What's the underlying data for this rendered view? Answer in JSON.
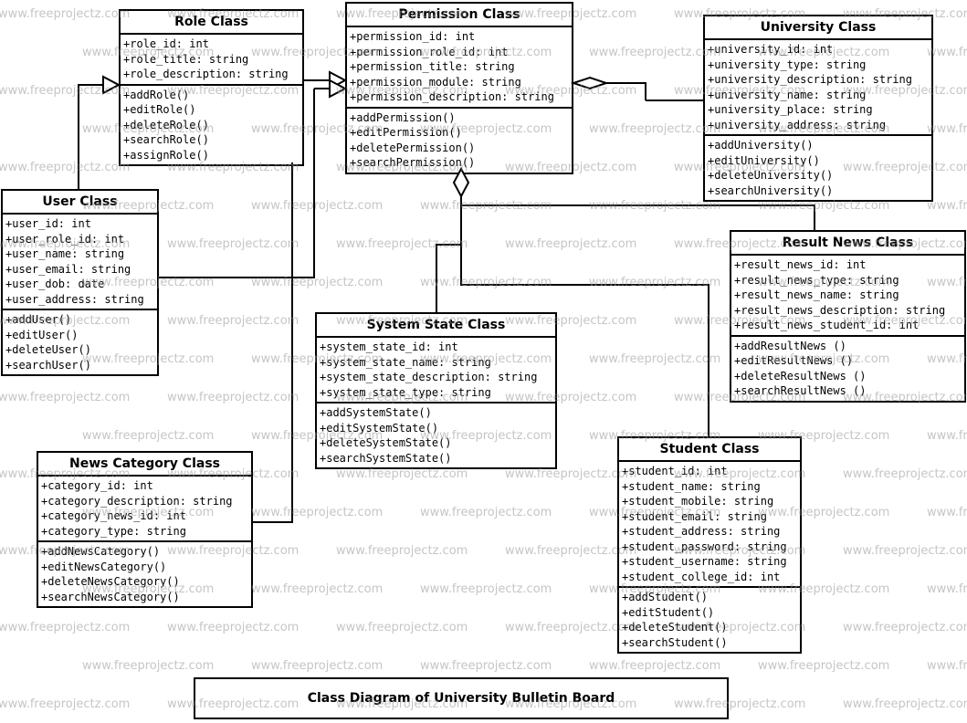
{
  "watermark": {
    "text": "www.freeprojectz.com"
  },
  "caption": {
    "text": "Class Diagram of University Bulletin Board"
  },
  "colors": {
    "line": "#000000",
    "background": "#ffffff",
    "watermark": "#969696"
  },
  "classes": [
    {
      "title": "Role Class",
      "attributes": [
        "+role_id: int",
        "+role_title: string",
        "+role_description: string"
      ],
      "methods": [
        "+addRole()",
        "+editRole()",
        "+deleteRole()",
        "+searchRole()",
        "+assignRole()"
      ]
    },
    {
      "title": "Permission Class",
      "attributes": [
        "+permission_id: int",
        "+permission_role_id: int",
        "+permission_title: string",
        "+permission_module: string",
        "+permission_description: string"
      ],
      "methods": [
        "+addPermission()",
        "+editPermission()",
        "+deletePermission()",
        "+searchPermission()"
      ]
    },
    {
      "title": "University Class",
      "attributes": [
        "+university_id: int",
        "+university_type: string",
        "+university_description: string",
        "+university_name: string",
        "+university_place: string",
        "+university_address: string"
      ],
      "methods": [
        "+addUniversity()",
        "+editUniversity()",
        "+deleteUniversity()",
        "+searchUniversity()"
      ]
    },
    {
      "title": "User Class",
      "attributes": [
        "+user_id: int",
        "+user_role_id: int",
        "+user_name: string",
        "+user_email: string",
        "+user_dob: date",
        "+user_address: string"
      ],
      "methods": [
        "+addUser()",
        "+editUser()",
        "+deleteUser()",
        "+searchUser()"
      ]
    },
    {
      "title": "Result News Class",
      "attributes": [
        "+result_news_id: int",
        "+result_news_type: string",
        "+result_news_name: string",
        "+result_news_description: string",
        "+result_news_student_id: int"
      ],
      "methods": [
        "+addResultNews ()",
        "+editResultNews ()",
        "+deleteResultNews ()",
        "+searchResultNews ()"
      ]
    },
    {
      "title": "System State Class",
      "attributes": [
        "+system_state_id: int",
        "+system_state_name: string",
        "+system_state_description: string",
        "+system_state_type: string"
      ],
      "methods": [
        "+addSystemState()",
        "+editSystemState()",
        "+deleteSystemState()",
        "+searchSystemState()"
      ]
    },
    {
      "title": "News Category Class",
      "attributes": [
        "+category_id: int",
        "+category_description: string",
        "+category_news_id: int",
        "+category_type: string"
      ],
      "methods": [
        "+addNewsCategory()",
        "+editNewsCategory()",
        "+deleteNewsCategory()",
        "+searchNewsCategory()"
      ]
    },
    {
      "title": "Student Class",
      "attributes": [
        "+student_id: int",
        "+student_name: string",
        "+student_mobile: string",
        "+student_email: string",
        "+student_address: string",
        "+student_password: string",
        "+student_username: string",
        "+student_college_id: int"
      ],
      "methods": [
        "+addStudent()",
        "+editStudent()",
        "+deleteStudent()",
        "+searchStudent()"
      ]
    }
  ]
}
